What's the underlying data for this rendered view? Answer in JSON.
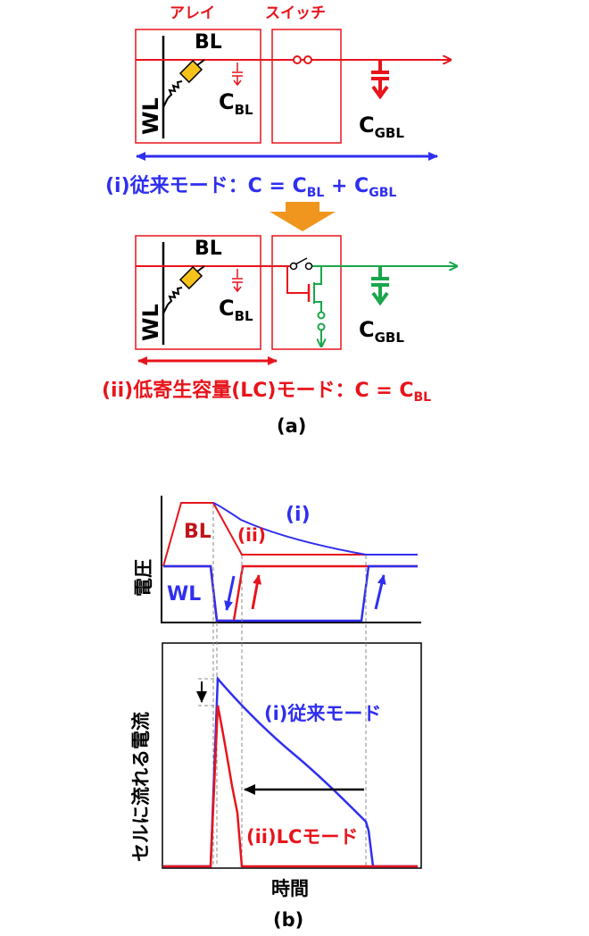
{
  "panel_a": {
    "header_array": "アレイ",
    "header_switch": "スイッチ",
    "top": {
      "bl": "BL",
      "wl": "WL",
      "cbl_main": "C",
      "cbl_sub": "BL",
      "cgbl_main": "C",
      "cgbl_sub": "GBL"
    },
    "mode1": {
      "prefix": "(i)従来モード：C = C",
      "sub1": "BL",
      "mid": " + C",
      "sub2": "GBL"
    },
    "bottom": {
      "bl": "BL",
      "wl": "WL",
      "cbl_main": "C",
      "cbl_sub": "BL",
      "cgbl_main": "C",
      "cgbl_sub": "GBL"
    },
    "mode2": {
      "prefix": "(ii)低寄生容量(LC)モード：C = C",
      "sub1": "BL"
    },
    "caption": "(a)"
  },
  "panel_b": {
    "voltage_axis": "電圧",
    "current_axis": "セルに流れる電流",
    "bl": "BL",
    "wl": "WL",
    "label_i": "(i)",
    "label_ii": "(ii)",
    "trace_i": "(i)従来モード",
    "trace_ii": "(ii)LCモード",
    "time_axis": "時間",
    "caption": "(b)"
  },
  "colors": {
    "red": "#e8141b",
    "blue": "#2f2ff0",
    "dark_red": "#c0141b",
    "green": "#1aa64b",
    "gold": "#f5c21a",
    "orange": "#f0961e",
    "black": "#000000"
  }
}
